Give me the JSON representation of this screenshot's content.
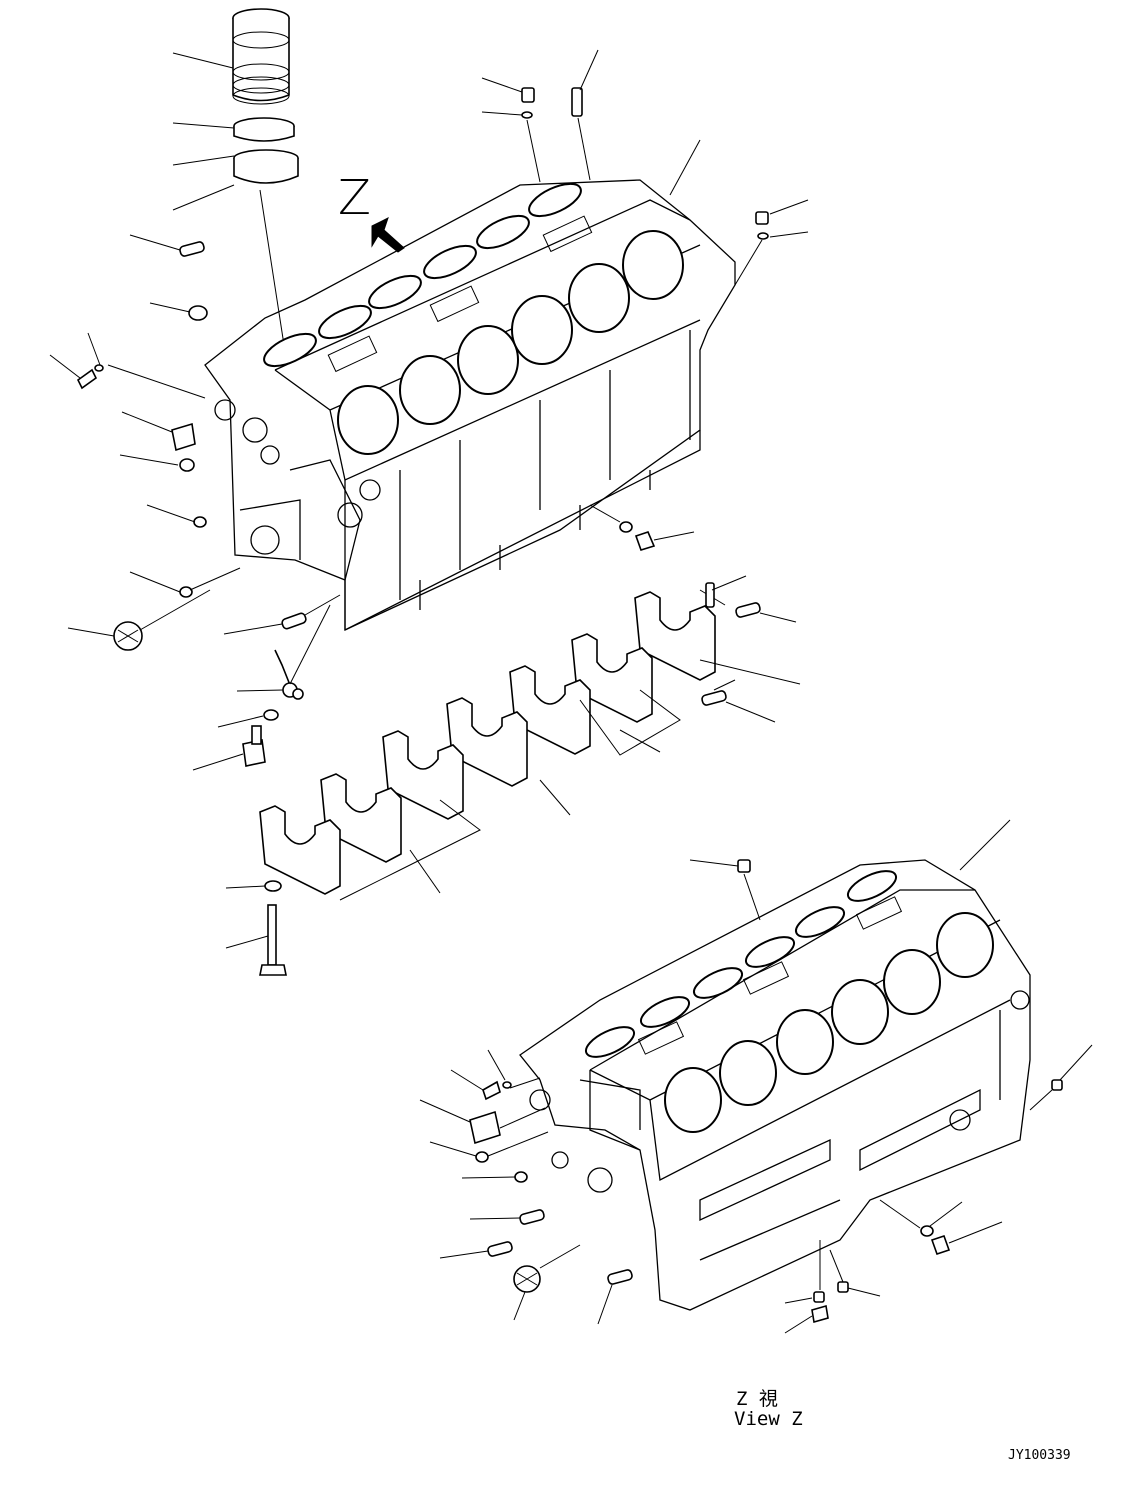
{
  "diagram": {
    "view_letter": "Z",
    "view_caption_jp": "Z 視",
    "view_caption_en": "View Z",
    "drawing_code": "JY100339"
  }
}
